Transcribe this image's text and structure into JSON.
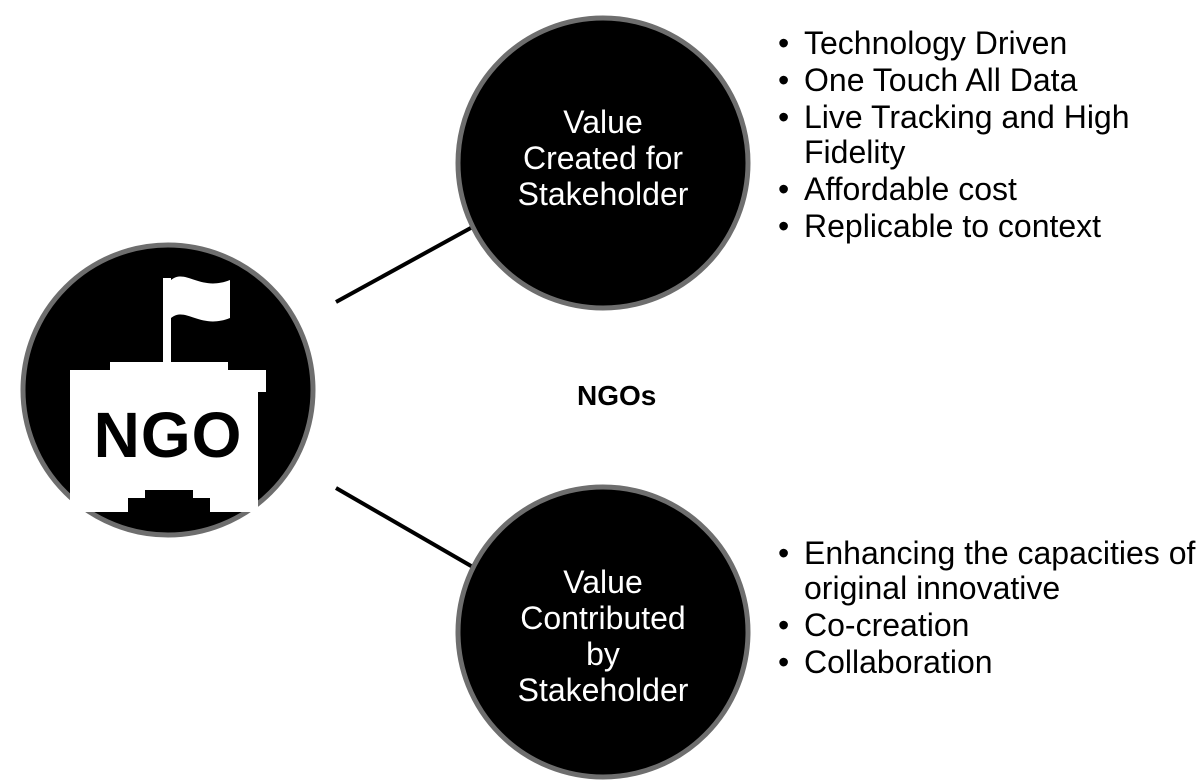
{
  "ngo_icon": {
    "text": "NGO",
    "icon_name": "ngo-building-flag-icon"
  },
  "center_label": "NGOs",
  "value_created": {
    "label_lines": [
      "Value",
      "Created for",
      "Stakeholder"
    ],
    "items": [
      "Technology Driven",
      "One Touch All Data",
      "Live Tracking and High Fidelity",
      "Affordable cost",
      "Replicable to context"
    ]
  },
  "value_contributed": {
    "label_lines": [
      "Value",
      "Contributed",
      "by",
      "Stakeholder"
    ],
    "items": [
      "Enhancing the capacities of original innovative",
      "Co-creation",
      "Collaboration"
    ]
  },
  "colors": {
    "circle_fill": "#000000",
    "circle_border": "#6e6e6e",
    "text_on_circle": "#ffffff",
    "connector": "#000000"
  }
}
